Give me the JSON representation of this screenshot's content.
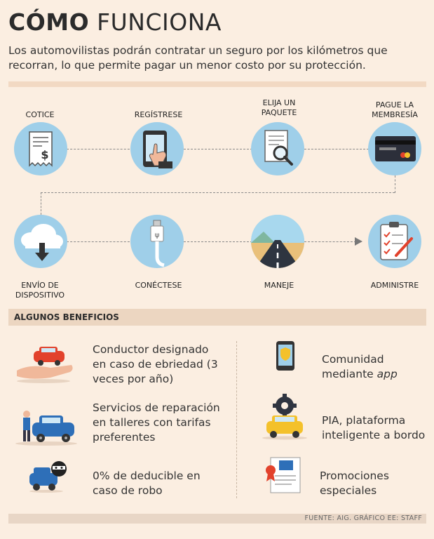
{
  "header": {
    "title_bold": "CÓMO",
    "title_light": "FUNCIONA",
    "subtitle": "Los automovilistas podrán contratar un seguro por los kilómetros que recorran, lo que permite pagar un menor costo por su protección."
  },
  "steps": {
    "cotice": "COTICE",
    "registrese": "REGÍSTRESE",
    "elija_1": "ELIJA UN",
    "elija_2": "PAQUETE",
    "pague_1": "PAGUE LA",
    "pague_2": "MEMBRESÍA",
    "envio_1": "ENVÍO DE",
    "envio_2": "DISPOSITIVO",
    "conectese": "CONÉCTESE",
    "maneje": "MANEJE",
    "administre": "ADMINISTRE"
  },
  "benefits": {
    "heading": "ALGUNOS BENEFICIOS",
    "b1_l1": "Conductor designado",
    "b1_l2": "en caso de ebriedad (3",
    "b1_l3": "veces por año)",
    "b2_l1": "Servicios de reparación",
    "b2_l2": "en talleres con tarifas",
    "b2_l3": "preferentes",
    "b3_l1": "0% de deducible en",
    "b3_l2": "caso de robo",
    "b4_l1": "Comunidad",
    "b4_l2": "mediante",
    "b4_app": "app",
    "b5_l1": "PIA, plataforma",
    "b5_l2": "inteligente a bordo",
    "b6_l1": "Promociones",
    "b6_l2": "especiales"
  },
  "footer": {
    "source": "FUENTE: AIG. GRÁFICO EE: STAFF"
  },
  "colors": {
    "background": "#fbeee1",
    "circle": "#9fcfe9",
    "band": "#f2d9c3",
    "accent_red": "#e2422c",
    "accent_yellow": "#f4c12b"
  }
}
